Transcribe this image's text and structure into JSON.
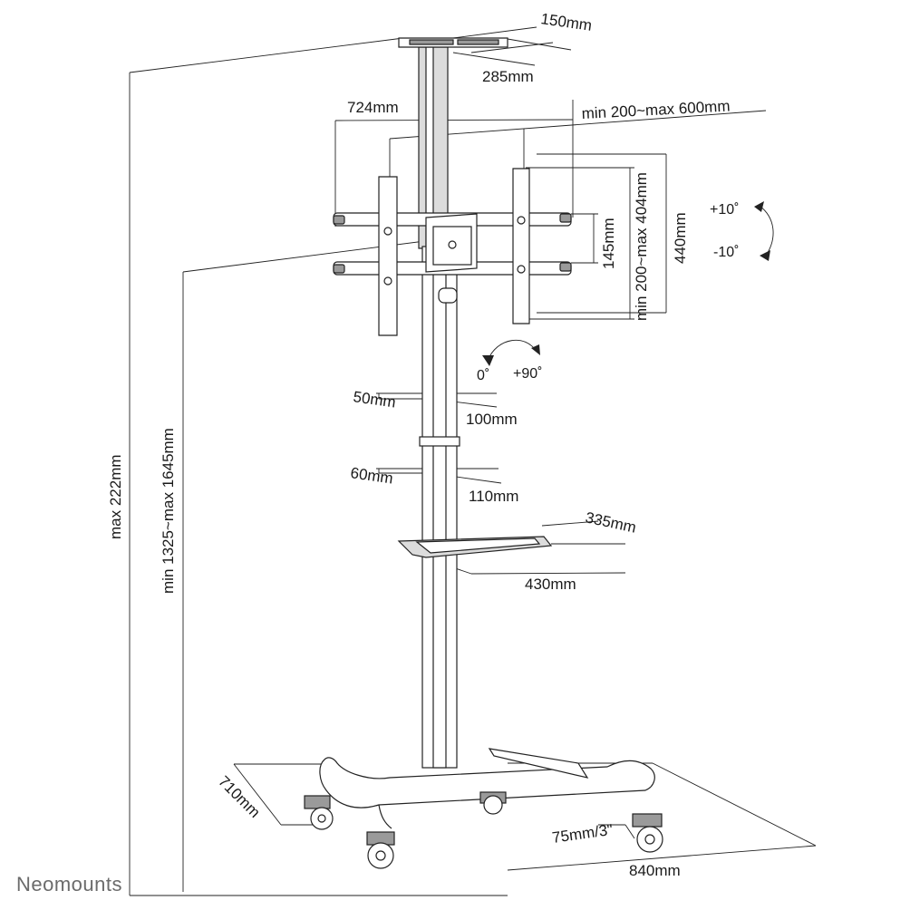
{
  "brand": "Neomounts",
  "dimensions": {
    "top_plate_depth": "150mm",
    "top_plate_width": "285mm",
    "bracket_width": "724mm",
    "vesa_horizontal": "min 200~max 600mm",
    "vesa_vertical": "min 200~max 404mm",
    "bracket_gap": "145mm",
    "bracket_height": "440mm",
    "clamp1_depth": "50mm",
    "clamp1_width": "100mm",
    "clamp2_depth": "60mm",
    "clamp2_width": "110mm",
    "shelf_depth": "335mm",
    "shelf_width": "430mm",
    "total_height": "max 222mm",
    "screen_height": "min 1325~max 1645mm",
    "base_depth": "710mm",
    "base_width": "840mm",
    "caster_size": "75mm/3\""
  },
  "angles": {
    "tilt_up": "+10˚",
    "tilt_down": "-10˚",
    "rotate_start": "0˚",
    "rotate_end": "+90˚"
  }
}
